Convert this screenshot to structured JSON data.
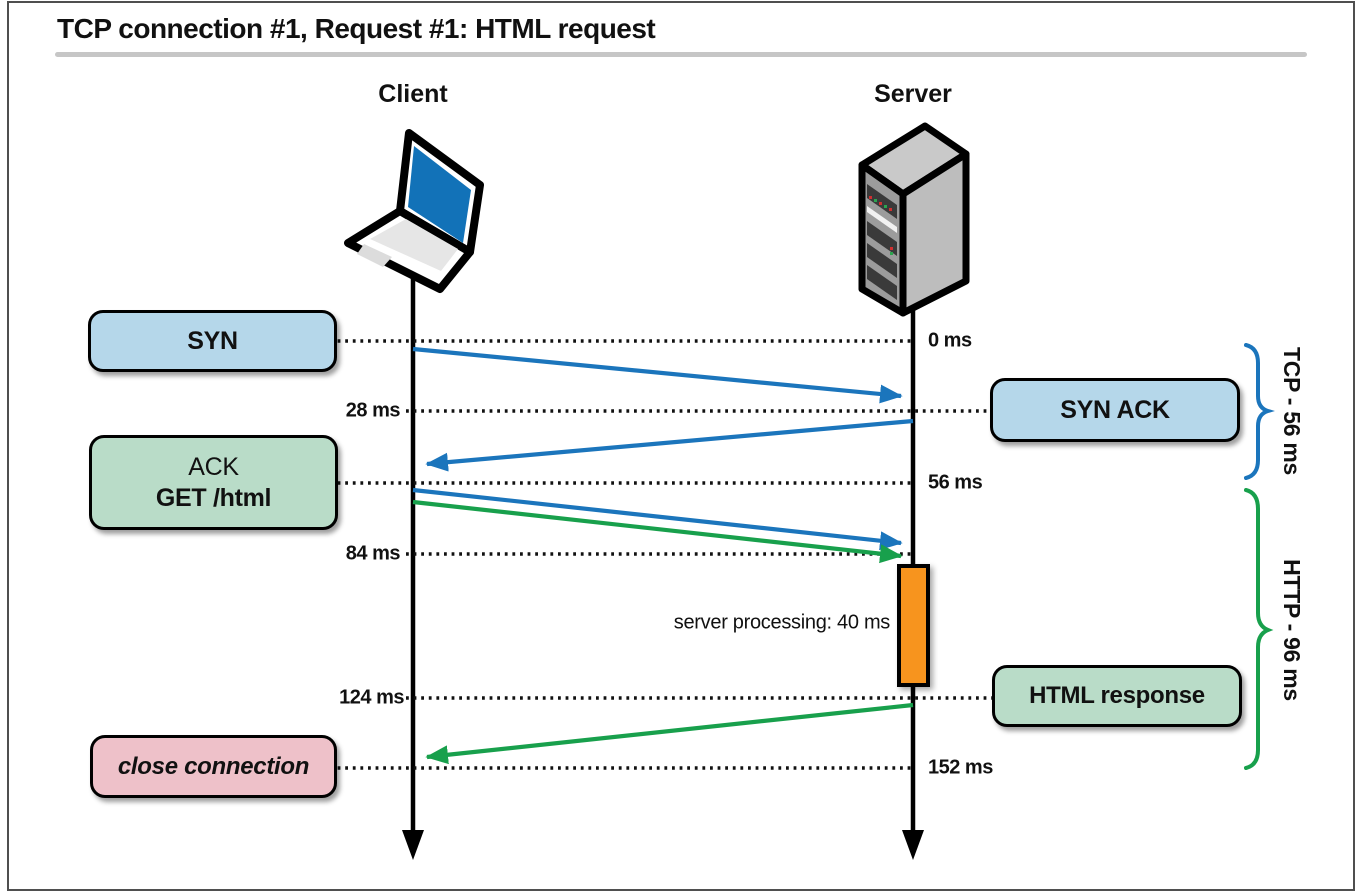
{
  "title": "TCP connection #1, Request #1: HTML request",
  "actors": {
    "client": "Client",
    "server": "Server"
  },
  "boxes": {
    "syn": "SYN",
    "syn_ack": "SYN ACK",
    "ack_line1": "ACK",
    "ack_line2": "GET /html",
    "html_response": "HTML response",
    "close_connection": "close connection"
  },
  "timestamps": {
    "t0": "0 ms",
    "t28": "28 ms",
    "t56": "56 ms",
    "t84": "84 ms",
    "t124": "124 ms",
    "t152": "152 ms"
  },
  "annotations": {
    "server_processing": "server processing: 40 ms",
    "tcp_phase": "TCP - 56 ms",
    "http_phase": "HTTP - 96 ms"
  },
  "messages": [
    {
      "label": "SYN",
      "from": "client",
      "to": "server",
      "start": "0 ms",
      "end": "28 ms",
      "color": "blue"
    },
    {
      "label": "SYN ACK",
      "from": "server",
      "to": "client",
      "start": "28 ms",
      "end": "56 ms",
      "color": "blue"
    },
    {
      "label": "ACK",
      "from": "client",
      "to": "server",
      "start": "56 ms",
      "end": "84 ms",
      "color": "blue"
    },
    {
      "label": "GET /html",
      "from": "client",
      "to": "server",
      "start": "56 ms",
      "end": "84 ms",
      "color": "green"
    },
    {
      "label": "HTML response",
      "from": "server",
      "to": "client",
      "start": "124 ms",
      "end": "152 ms",
      "color": "green"
    }
  ],
  "colors": {
    "box_blue": "#b5d7ea",
    "box_green": "#b9dcc8",
    "box_pink": "#eec1c9",
    "processing_orange": "#f7941e",
    "arrow_blue": "#1b75bc",
    "arrow_green": "#18a04c",
    "laptop_screen": "#1272b8",
    "rule_gray": "#c6c6c6"
  }
}
